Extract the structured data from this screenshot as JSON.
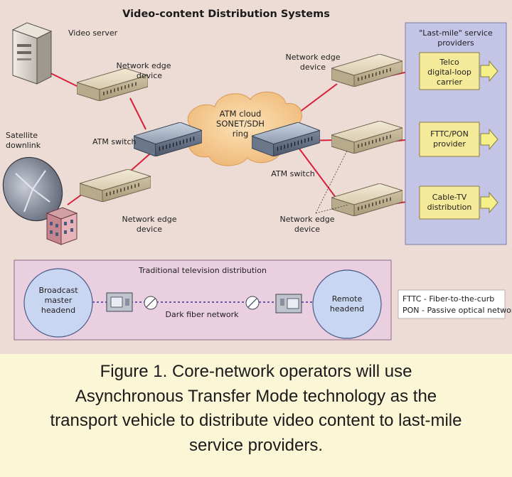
{
  "title": "Video-content Distribution Systems",
  "labels": {
    "video_server": "Video server",
    "network_edge_device_top": [
      "Network edge",
      "device"
    ],
    "network_edge_device_bottom": [
      "Network edge",
      "device"
    ],
    "network_edge_device_right_top": [
      "Network edge",
      "device"
    ],
    "network_edge_device_right_bottom": [
      "Network edge",
      "device"
    ],
    "satellite_downlink": [
      "Satellite",
      "downlink"
    ],
    "atm_switch_left": "ATM switch",
    "atm_switch_right": "ATM switch",
    "atm_cloud": [
      "ATM cloud",
      "SONET/SDH",
      "ring"
    ]
  },
  "last_mile": {
    "heading": [
      "\"Last-mile\" service",
      "providers"
    ],
    "providers": [
      [
        "Telco",
        "digital-loop",
        "carrier"
      ],
      [
        "FTTC/PON",
        "provider"
      ],
      [
        "Cable-TV",
        "distribution"
      ]
    ]
  },
  "traditional": {
    "heading": "Traditional television distribution",
    "broadcast": [
      "Broadcast",
      "master",
      "headend"
    ],
    "remote": [
      "Remote",
      "headend"
    ],
    "dark_fiber": "Dark fiber network"
  },
  "legend": [
    "FTTC - Fiber-to-the-curb",
    "PON - Passive optical network"
  ],
  "caption": [
    "Figure 1. Core-network operators will use",
    "Asynchronous Transfer Mode technology as the",
    "transport vehicle to distribute video content to last-mile",
    "service providers."
  ],
  "colors": {
    "panel_bg": "#eddcd6",
    "caption_bg": "#fbf7d6",
    "provider_panel": "#c3c4e6",
    "provider_box": "#f5ea9a",
    "arrow": "#f5f08a",
    "link": "#d8203a",
    "dark_fiber": "#6a5aa8",
    "cloud": "#f3c88f",
    "headend": "#c9d6f2",
    "traditional_bg": "#e9cfe0"
  }
}
